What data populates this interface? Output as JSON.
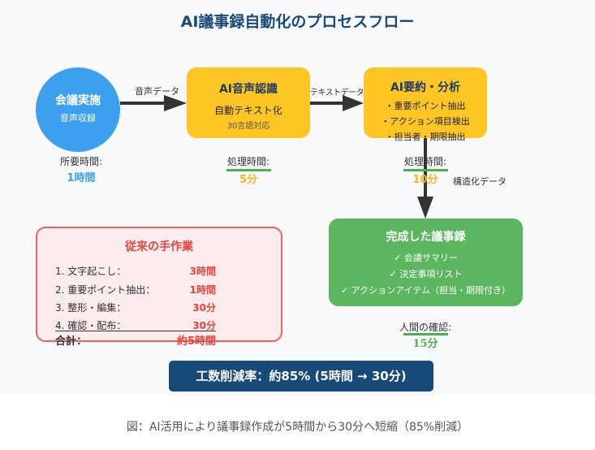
{
  "title": "AI議事録自動化のプロセスフロー",
  "steps": {
    "meeting": {
      "title": "会議実施",
      "subtitle": "音声収録",
      "time_label": "所要時間:",
      "time_value": "1時間"
    },
    "speech": {
      "title": "AI音声認識",
      "line1": "自動テキスト化",
      "line2": "30言語対応",
      "time_label": "処理時間:",
      "time_value": "5分"
    },
    "summary": {
      "title": "AI要約・分析",
      "items": [
        "・重要ポイント抽出",
        "・アクション項目検出",
        "・担当者・期限抽出"
      ],
      "time_label": "処理時間:",
      "time_value": "10分"
    },
    "result": {
      "title": "完成した議事録",
      "items": [
        "✓ 会議サマリー",
        "✓ 決定事項リスト",
        "✓ アクションアイテム（担当・期限付き）"
      ],
      "time_label": "人間の確認:",
      "time_value": "15分"
    }
  },
  "arrows": {
    "a1": "音声データ",
    "a2": "テキストデータ",
    "a3": "構造化データ"
  },
  "manual": {
    "title": "従来の手作業",
    "rows": [
      {
        "label": "1. 文字起こし：",
        "value": "3時間"
      },
      {
        "label": "2. 重要ポイント抽出：",
        "value": "1時間"
      },
      {
        "label": "3. 整形・編集：",
        "value": "30分"
      },
      {
        "label": "4. 確認・配布：",
        "value": "30分"
      }
    ],
    "total_label": "合計：",
    "total_value": "約5時間"
  },
  "banner": "工数削減率：約85% (5時間 → 30分)",
  "caption": "図：AI活用により議事録作成が5時間から30分へ短縮（85%削減）",
  "colors": {
    "blue": "#3d9ff0",
    "yellow": "#fec623",
    "green": "#5cb660",
    "red": "#e8423a",
    "navy": "#174a78"
  }
}
